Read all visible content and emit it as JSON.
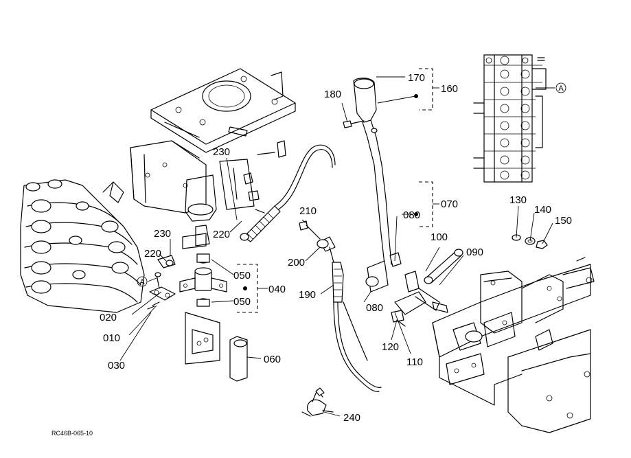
{
  "callouts": {
    "c010": "010",
    "c020": "020",
    "c030": "030",
    "c040": "040",
    "c050a": "050",
    "c050b": "050",
    "c060": "060",
    "c070": "070",
    "c080a": "080",
    "c080b": "080",
    "c090": "090",
    "c100": "100",
    "c110": "110",
    "c120": "120",
    "c130": "130",
    "c140": "140",
    "c150": "150",
    "c160": "160",
    "c170": "170",
    "c180": "180",
    "c190": "190",
    "c200": "200",
    "c210": "210",
    "c220a": "220",
    "c220b": "220",
    "c230a": "230",
    "c230b": "230",
    "c240": "240"
  },
  "markers": {
    "ref_a_left": "A",
    "ref_a_right": "A"
  },
  "drawing_code": "RC46B-065-10"
}
